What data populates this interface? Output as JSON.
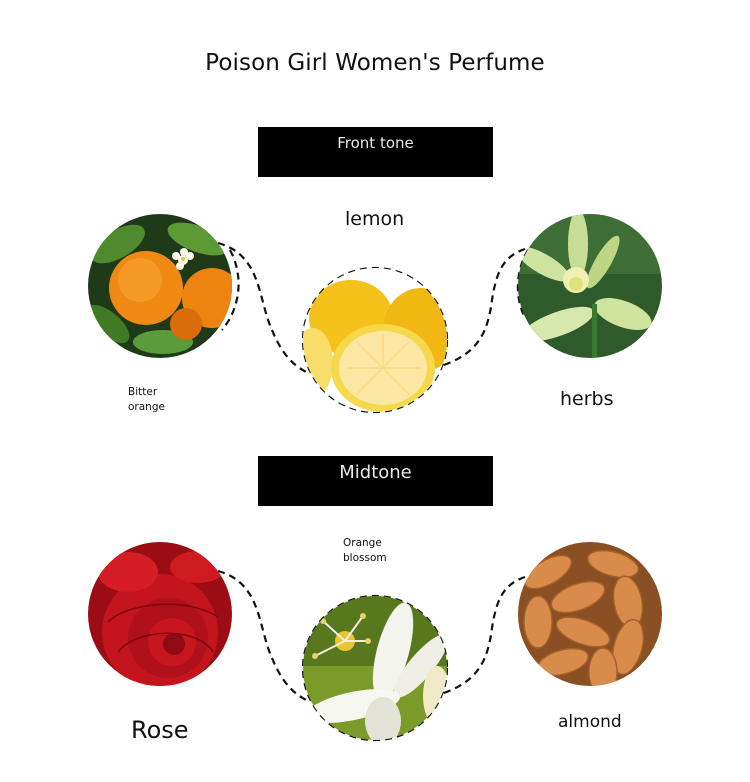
{
  "title": "Poison Girl Women's Perfume",
  "sections": [
    {
      "heading": "Front tone",
      "notes": [
        {
          "label_line1": "Bitter",
          "label_line2": "orange",
          "image": "bitter-orange-photo",
          "color": "#f29a1a"
        },
        {
          "label": "lemon",
          "image": "lemon-photo",
          "color": "#f7c51e"
        },
        {
          "label": "herbs",
          "image": "vanilla-orchid-photo",
          "color": "#9cc76a"
        }
      ]
    },
    {
      "heading": "Midtone",
      "notes": [
        {
          "label": "Rose",
          "image": "red-rose-photo",
          "color": "#c4141e"
        },
        {
          "label_line1": "Orange",
          "label_line2": "blossom",
          "image": "orange-blossom-photo",
          "color": "#f2f2ec"
        },
        {
          "label": "almond",
          "image": "almonds-photo",
          "color": "#d98b4c"
        }
      ]
    }
  ],
  "colors": {
    "band_bg": "#000000",
    "band_text": "#e8e8e8",
    "connector": "#111111"
  }
}
